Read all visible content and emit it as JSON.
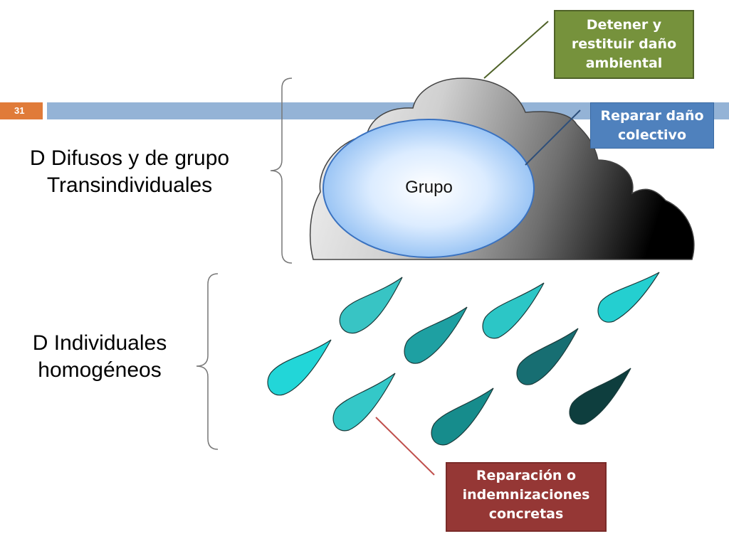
{
  "slide_number": "31",
  "headings": {
    "collective": [
      "D Difusos y de grupo",
      "Transindividuales"
    ],
    "individual": [
      "D Individuales",
      "homogéneos"
    ]
  },
  "cloud_label": "Grupo",
  "callouts": {
    "green": {
      "lines": [
        "Detener y",
        "restituir daño",
        "ambiental"
      ],
      "color": "#76923c"
    },
    "blue": {
      "lines": [
        "Reparar daño",
        "colectivo"
      ],
      "color": "#4f81bd"
    },
    "red": {
      "lines": [
        "Reparación  o",
        "indemnizaciones",
        "concretas"
      ],
      "color": "#953735"
    }
  },
  "colors": {
    "accent_bar": "#94b3d6",
    "slide_badge": "#e07b39"
  }
}
